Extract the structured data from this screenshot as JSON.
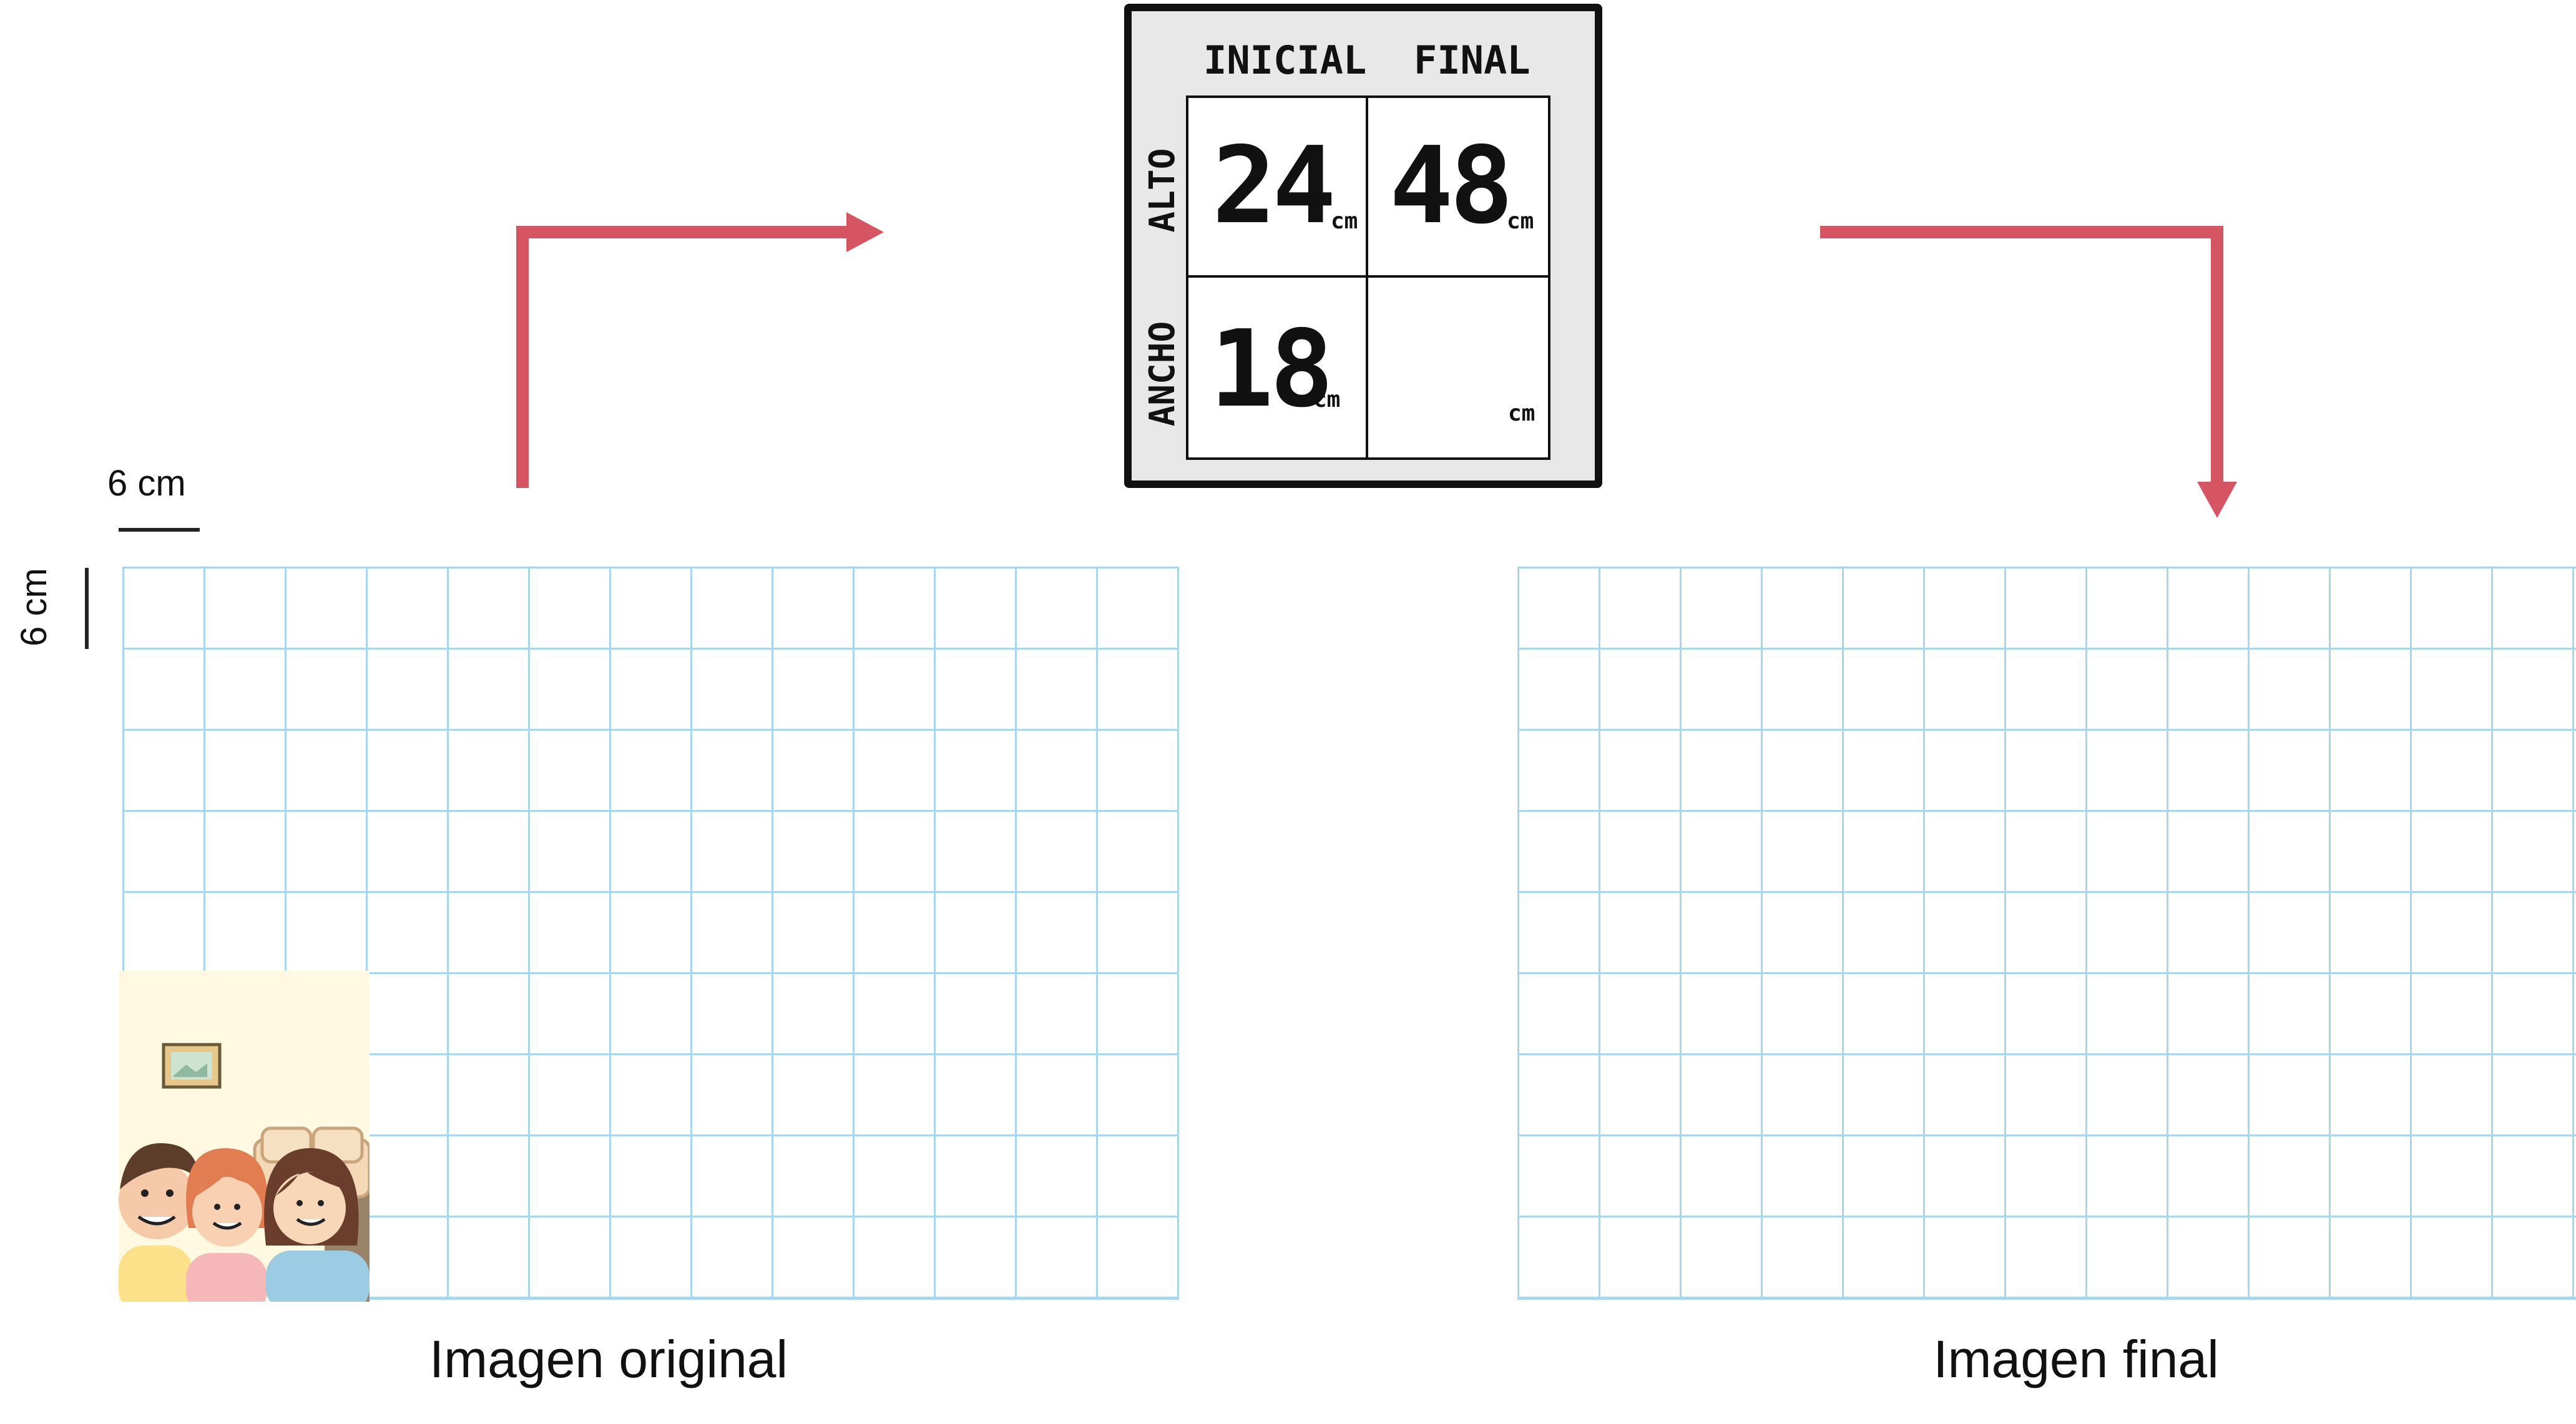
{
  "scale": {
    "horizontal_label": "6 cm",
    "vertical_label": "6 cm"
  },
  "table": {
    "col_headers": [
      "INICIAL",
      "FINAL"
    ],
    "row_headers": [
      "ALTO",
      "ANCHO"
    ],
    "rows": [
      [
        {
          "value": "24",
          "unit": "cm"
        },
        {
          "value": "48",
          "unit": "cm"
        }
      ],
      [
        {
          "value": "18",
          "unit": "cm"
        },
        {
          "value": "",
          "unit": "cm"
        }
      ]
    ]
  },
  "captions": {
    "left": "Imagen original",
    "right": "Imagen final"
  },
  "colors": {
    "arrow": "#d65563",
    "grid_line": "#a9d6ef",
    "table_background": "#e8e8e8"
  }
}
